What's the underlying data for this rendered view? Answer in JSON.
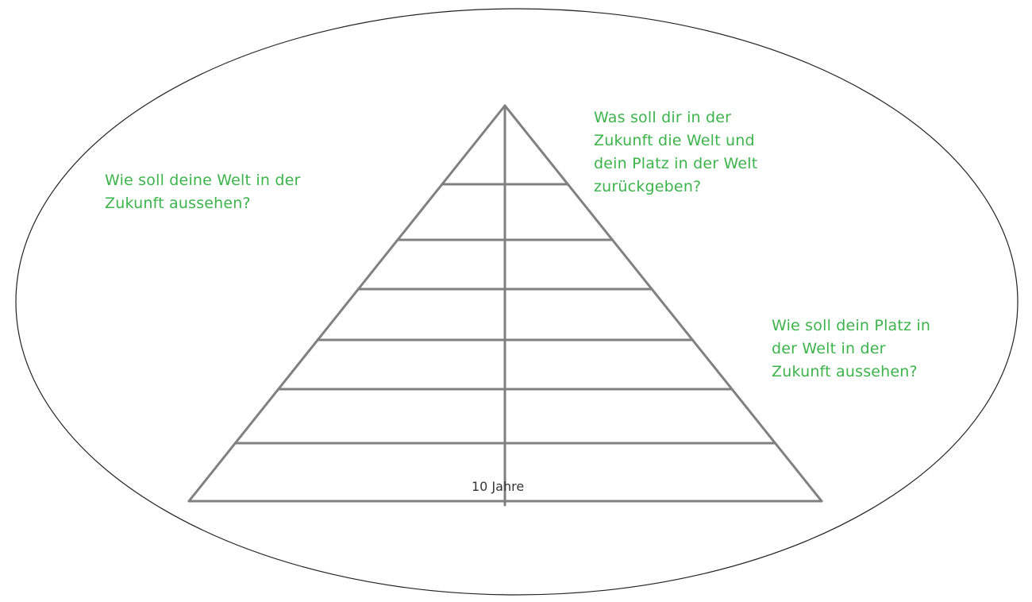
{
  "questions": {
    "left": "Wie soll deine Welt in der\nZukunft aussehen?",
    "top_right": "Was soll dir in der\nZukunft die Welt und\ndein Platz in der Welt\nzurückgeben?",
    "bottom_right": "Wie soll dein Platz in\nder Welt in der\nZukunft aussehen?"
  },
  "pyramid": {
    "base_label": "10 Jahre",
    "level_count": 7
  },
  "colors": {
    "question_text": "#3cb44b",
    "pyramid_lines": "#808080",
    "outline": "#222222"
  }
}
